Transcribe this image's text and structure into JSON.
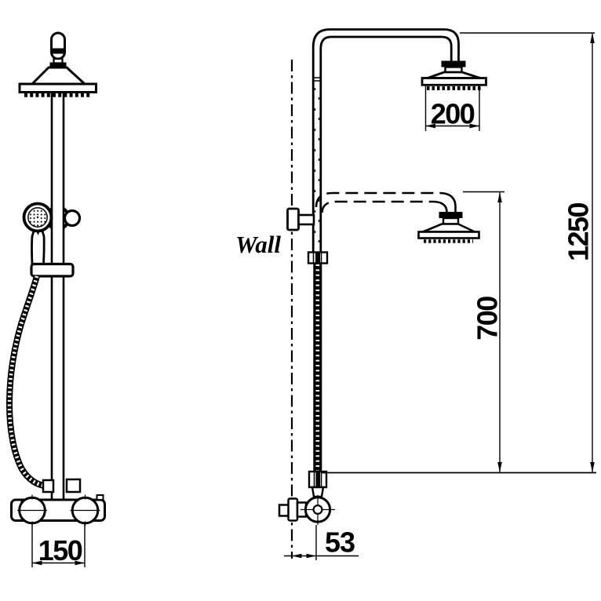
{
  "meta": {
    "background": "#ffffff",
    "ink": "#000000",
    "drawing_type": "shower column technical drawing, front view and side installation view"
  },
  "labels": {
    "wall": "Wall"
  },
  "dimensions": {
    "head_diameter": "200",
    "total_height": "1250",
    "lower_head_height": "700",
    "wall_to_pipe": "53",
    "inlet_centers": "150"
  }
}
